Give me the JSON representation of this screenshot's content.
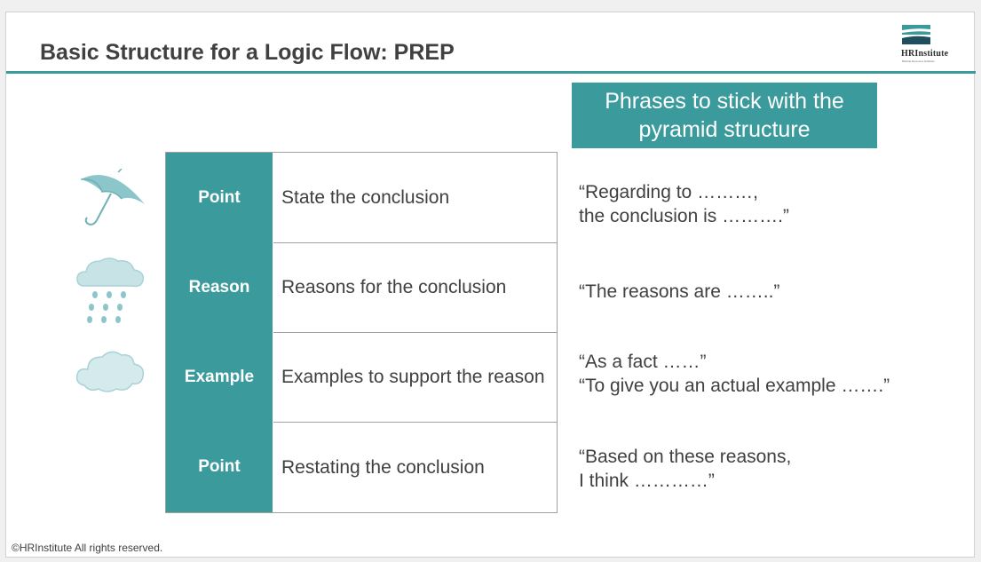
{
  "title": "Basic Structure for a Logic Flow: PREP",
  "logo": {
    "text": "HRInstitute",
    "subtext": "Human Resource Institute"
  },
  "phrases_header": "Phrases to stick with the pyramid structure",
  "rows": [
    {
      "label": "Point",
      "description": "State the conclusion",
      "phrase": "“Regarding to ………,\nthe conclusion is ……….”",
      "icon": "umbrella-icon"
    },
    {
      "label": "Reason",
      "description": "Reasons for the conclusion",
      "phrase": "“The reasons are ……..”",
      "icon": "rain-cloud-icon"
    },
    {
      "label": "Example",
      "description": "Examples to support the reason",
      "phrase": "“As a fact ……”\n“To give you an actual example …….”",
      "icon": "cloud-icon"
    },
    {
      "label": "Point",
      "description": "Restating the conclusion",
      "phrase": "“Based on these reasons,\nI think …………”",
      "icon": ""
    }
  ],
  "footer": "©HRInstitute All rights reserved.",
  "colors": {
    "accent": "#3a9a9c",
    "text": "#404040",
    "icon": "#8cc6cb"
  }
}
